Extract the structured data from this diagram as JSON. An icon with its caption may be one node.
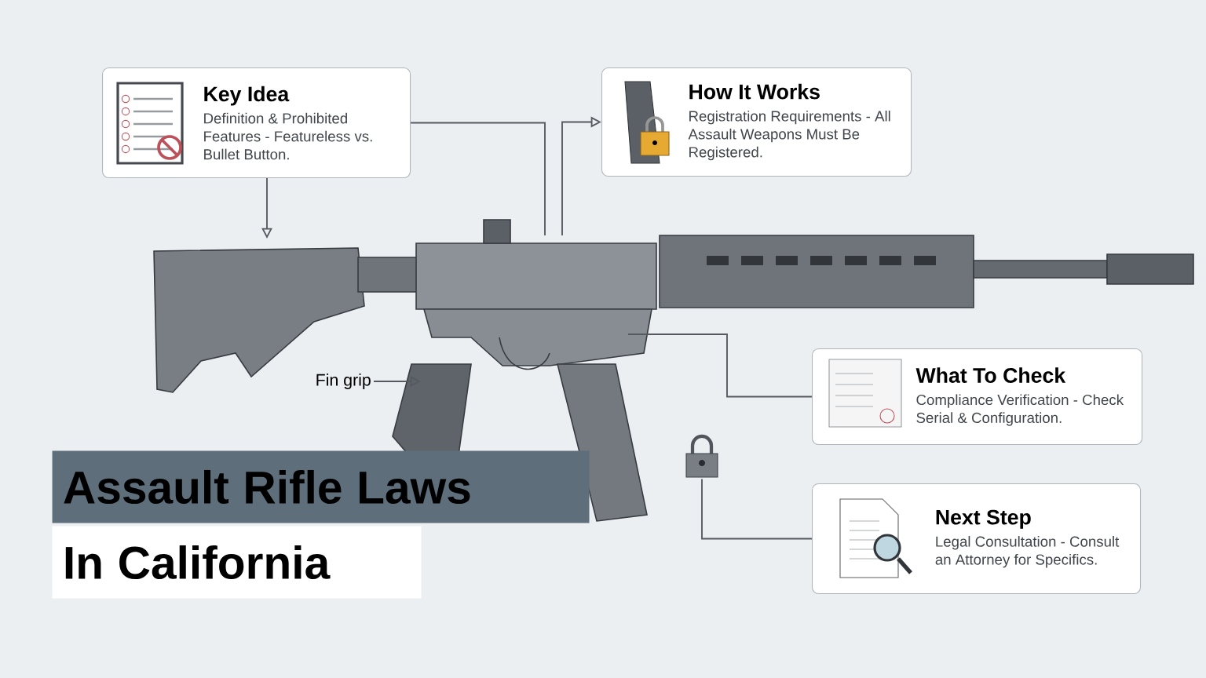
{
  "diagram": {
    "nodes": [
      {
        "text": [
          "Key Idea",
          "Definition & Prohibited Features - Featureless vs. Bullet Button."
        ]
      },
      {
        "text": [
          "How It Works",
          "Registration Requirements - All Assault Weapons Must Be Registered."
        ]
      },
      {
        "text": [
          "What To Check",
          "Compliance Verification - Check Serial & Configuration."
        ]
      },
      {
        "text": [
          "Next Step",
          "Legal Consultation - Consult an Attorney for Specifics."
        ]
      },
      {
        "text": [
          "Fin grip"
        ]
      },
      {
        "text": [],
        "shape": "picture"
      },
      {
        "text": [
          "Assault Rifle Laws"
        ]
      },
      {
        "text": [
          "In California"
        ]
      }
    ],
    "edges": [
      {
        "from": 0,
        "to": null,
        "arrow": "to"
      },
      {
        "from": 0,
        "to": null,
        "arrow": "none"
      },
      {
        "from": null,
        "to": 1,
        "arrow": "to"
      },
      {
        "from": null,
        "to": 2,
        "arrow": "none"
      },
      {
        "from": 4,
        "to": null,
        "arrow": "to"
      },
      {
        "from": 5,
        "to": 3,
        "arrow": "none"
      }
    ]
  }
}
